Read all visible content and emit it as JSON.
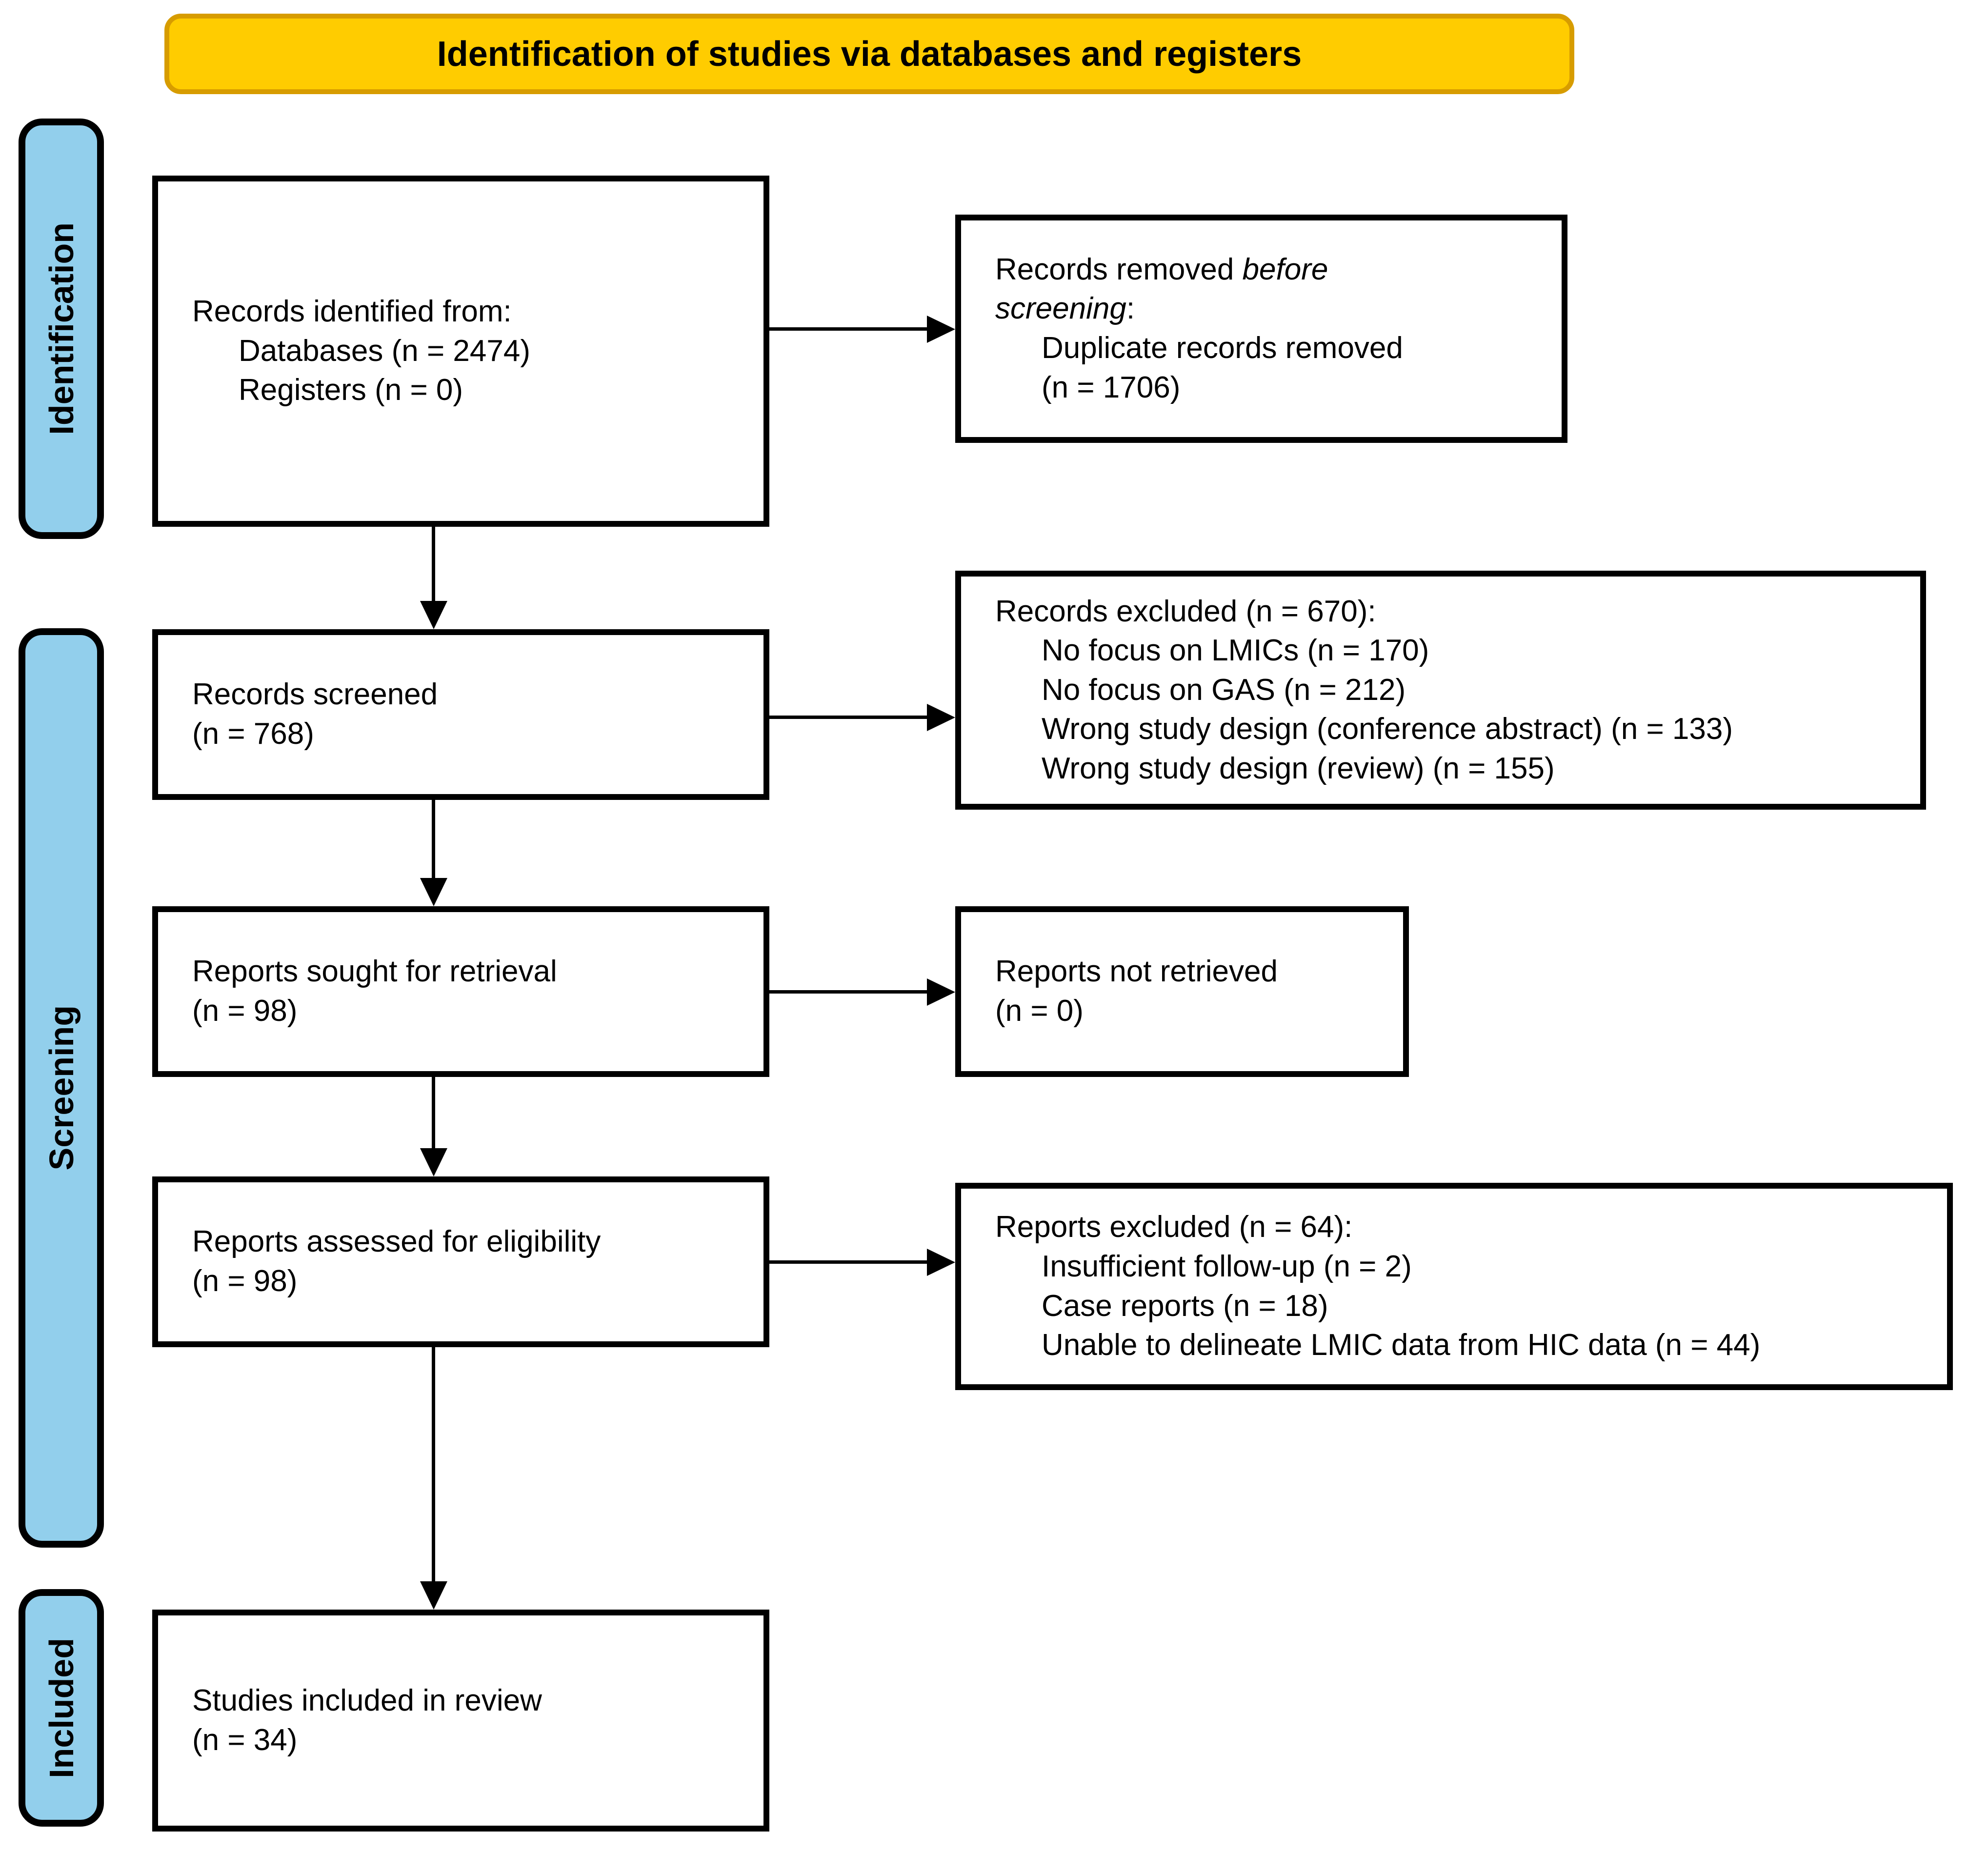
{
  "banner": {
    "label": "Identification of studies via databases and registers"
  },
  "stages": [
    {
      "label": "Identification"
    },
    {
      "label": "Screening"
    },
    {
      "label": "Included"
    }
  ],
  "colors": {
    "banner_fill": "#FFCC00",
    "banner_border": "#D79C00",
    "stage_fill": "#92CFEC",
    "outline": "#000000"
  },
  "boxes": {
    "identified": {
      "title": "Records identified from:",
      "items": [
        "Databases (n = 2474)",
        "Registers (n = 0)"
      ]
    },
    "removed_before_screening": {
      "line1_regular": "Records removed ",
      "line1_italic": "before",
      "line2_italic": "screening",
      "line2_regular": ":",
      "item_lines": [
        "Duplicate records removed",
        "(n = 1706)"
      ]
    },
    "screened": {
      "name": "Records screened",
      "count": "(n = 768)"
    },
    "excluded_records": {
      "title": "Records excluded (n = 670):",
      "items": [
        "No focus on LMICs (n = 170)",
        "No focus on GAS (n = 212)",
        "Wrong study design (conference abstract) (n = 133)",
        "Wrong study design (review) (n = 155)"
      ]
    },
    "sought": {
      "name": "Reports sought for retrieval",
      "count": "(n = 98)"
    },
    "not_retrieved": {
      "name": "Reports not retrieved",
      "count": "(n = 0)"
    },
    "assessed": {
      "name": "Reports assessed for eligibility",
      "count": "(n = 98)"
    },
    "excluded_reports": {
      "title": "Reports excluded (n = 64):",
      "items": [
        "Insufficient follow-up (n = 2)",
        "Case reports (n = 18)",
        "Unable to delineate LMIC data from HIC data (n = 44)"
      ]
    },
    "included": {
      "name": "Studies included in review",
      "count": "(n = 34)"
    }
  }
}
